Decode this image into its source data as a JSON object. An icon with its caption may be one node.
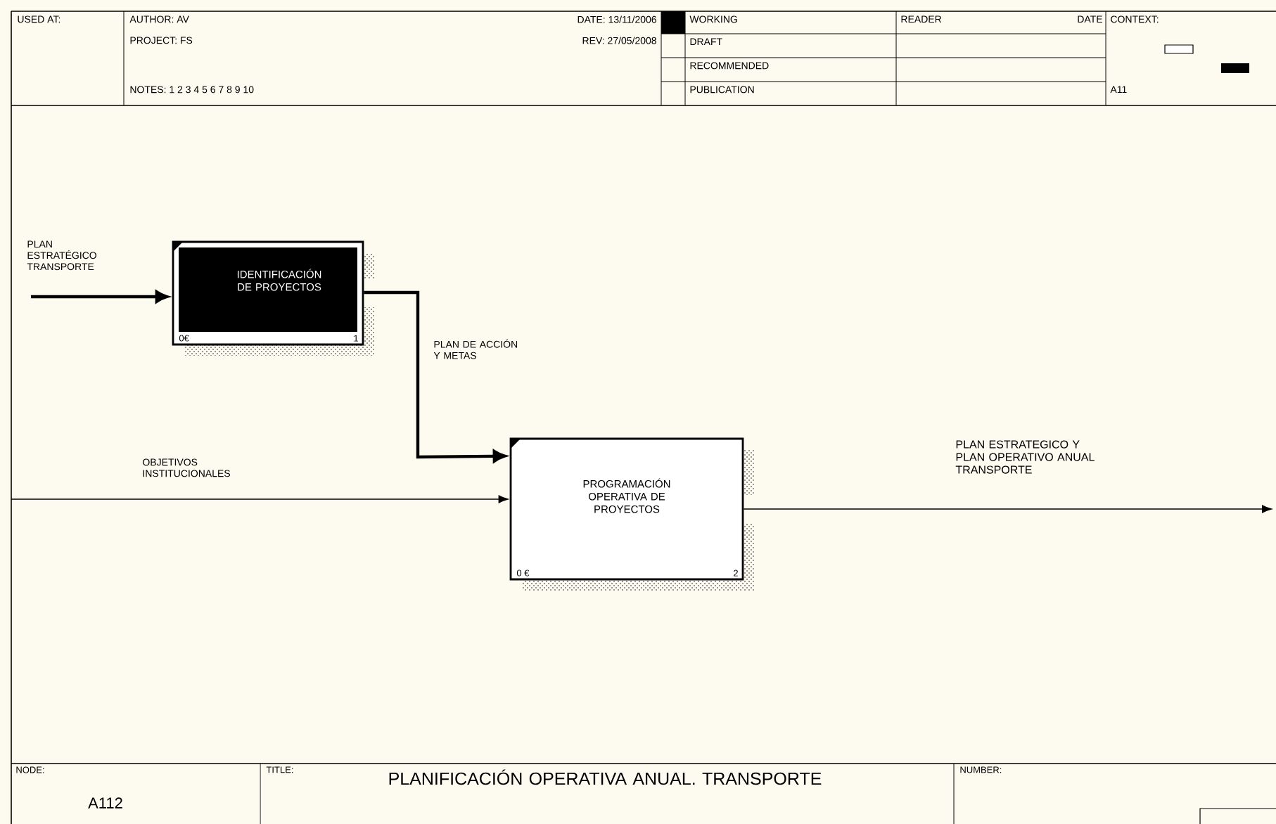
{
  "diagram": {
    "title": "PLANIFICACIÓN OPERATIVA ANUAL. TRANSPORTE",
    "nodes": [
      {
        "text": [
          "IDENTIFICACIÓN DE PROYECTOS",
          "0€",
          "1"
        ]
      },
      {
        "text": [
          "PROGRAMACIÓN OPERATIVA DE PROYECTOS",
          "0 €",
          "2"
        ]
      }
    ],
    "edges": [
      {
        "from": null,
        "to": 0,
        "arrow": "to",
        "label": "PLAN ESTRATÉGICO TRANSPORTE",
        "style": "thick"
      },
      {
        "from": 0,
        "to": 1,
        "arrow": "to",
        "label": "PLAN DE ACCIÓN Y METAS",
        "style": "thick"
      },
      {
        "from": null,
        "to": 1,
        "arrow": "to",
        "label": "OBJETIVOS INSTITUCIONALES"
      },
      {
        "from": 1,
        "to": null,
        "arrow": "to",
        "label": "PLAN ESTRATEGICO Y PLAN OPERATIVO ANUAL TRANSPORTE"
      }
    ],
    "labels": [
      "USED AT:",
      "AUTHOR: AV",
      "PROJECT: FS",
      "NOTES: 1 2 3 4 5 6 7 8 9 10",
      "DATE: 13/11/2006",
      "REV: 27/05/2008",
      "WORKING",
      "DRAFT",
      "RECOMMENDED",
      "PUBLICATION",
      "READER",
      "DATE",
      "CONTEXT:",
      "A11",
      "NODE:",
      "A112",
      "TITLE:",
      "NUMBER:"
    ]
  }
}
